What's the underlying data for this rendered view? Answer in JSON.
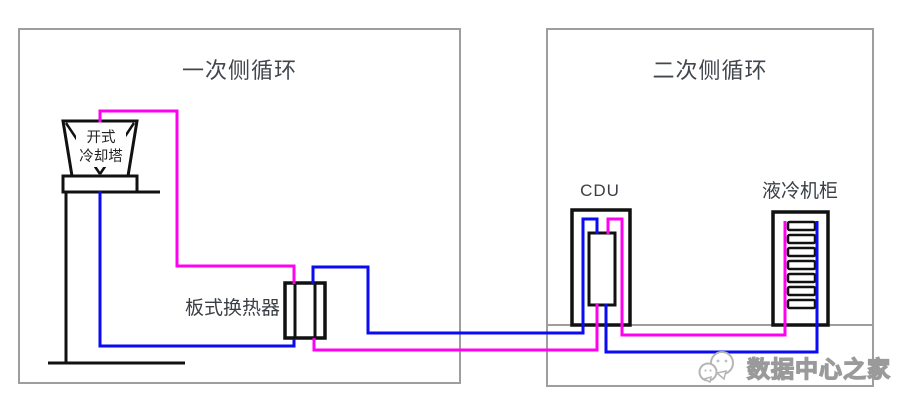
{
  "diagram": {
    "primary_loop": {
      "title": "一次侧循环",
      "components": {
        "cooling_tower": {
          "label_line1": "开式",
          "label_line2": "冷却塔"
        },
        "plate_heat_exchanger": {
          "label": "板式换热器"
        }
      }
    },
    "secondary_loop": {
      "title": "二次侧循环",
      "components": {
        "cdu": {
          "label": "CDU"
        },
        "liquid_cooling_rack": {
          "label": "液冷机柜"
        }
      }
    },
    "colors": {
      "hot_pipe": "#FF00F0",
      "cold_pipe": "#0A0AF5",
      "component_stroke": "#111111",
      "box_border": "#9E9E9E",
      "label_text": "#42464D"
    }
  },
  "watermark": {
    "text": "数据中心之家"
  }
}
